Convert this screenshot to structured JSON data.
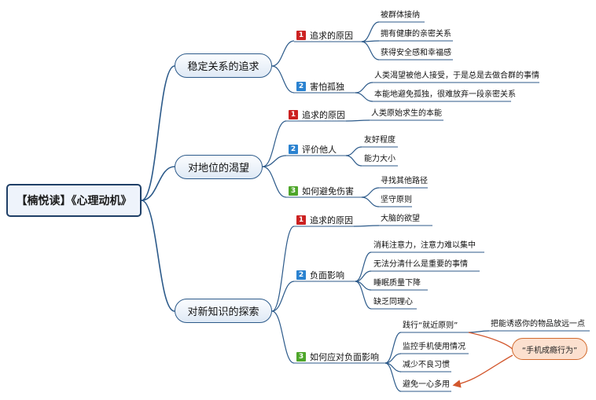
{
  "root": {
    "label": "【楠悦读】《心理动机》"
  },
  "branches": [
    {
      "label": "稳定关系的追求",
      "subs": [
        {
          "num": "1",
          "label": "追求的原因",
          "leaves": [
            "被群体接纳",
            "拥有健康的亲密关系",
            "获得安全感和幸福感"
          ]
        },
        {
          "num": "2",
          "label": "害怕孤独",
          "leaves": [
            "人类渴望被他人接受，于是总是去做合群的事情",
            "本能地避免孤独，很难放弃一段亲密关系"
          ]
        }
      ]
    },
    {
      "label": "对地位的渴望",
      "subs": [
        {
          "num": "1",
          "label": "追求的原因",
          "leaves": [
            "人类原始求生的本能"
          ]
        },
        {
          "num": "2",
          "label": "评价他人",
          "leaves": [
            "友好程度",
            "能力大小"
          ]
        },
        {
          "num": "3",
          "label": "如何避免伤害",
          "leaves": [
            "寻找其他路径",
            "坚守原则"
          ]
        }
      ]
    },
    {
      "label": "对新知识的探索",
      "subs": [
        {
          "num": "1",
          "label": "追求的原因",
          "leaves": [
            "大脑的欲望"
          ]
        },
        {
          "num": "2",
          "label": "负面影响",
          "leaves": [
            "消耗注意力，注意力难以集中",
            "无法分清什么是重要的事情",
            "睡眠质量下降",
            "缺乏同理心"
          ]
        },
        {
          "num": "3",
          "label": "如何应对负面影响",
          "leaves": [
            "践行“就近原则”",
            "监控手机使用情况",
            "减少不良习惯",
            "避免一心多用"
          ]
        }
      ]
    }
  ],
  "extra_leaf": "把能诱惑你的物品放远一点",
  "callout": "“手机成瘾行为”",
  "colors": {
    "line": "#2c5a8a",
    "callout_border": "#d26a2d",
    "callout_fill": "#fce0cf",
    "arrow": "#d2572d"
  }
}
